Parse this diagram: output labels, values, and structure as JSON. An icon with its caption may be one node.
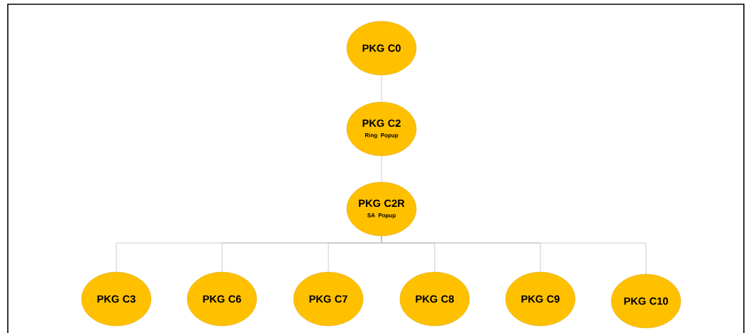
{
  "diagram": {
    "nodes": [
      {
        "text": [
          "PKG C0"
        ]
      },
      {
        "text": [
          "PKG C2",
          "Ring Popup"
        ]
      },
      {
        "text": [
          "PKG C2R",
          "SA Popup"
        ]
      },
      {
        "text": [
          "PKG C3"
        ]
      },
      {
        "text": [
          "PKG C6"
        ]
      },
      {
        "text": [
          "PKG C7"
        ]
      },
      {
        "text": [
          "PKG C8"
        ]
      },
      {
        "text": [
          "PKG C9"
        ]
      },
      {
        "text": [
          "PKG C10"
        ]
      }
    ],
    "edges": [
      {
        "from": 0,
        "to": 1,
        "arrow": "none"
      },
      {
        "from": 1,
        "to": 2,
        "arrow": "none"
      },
      {
        "from": 2,
        "to": 3,
        "arrow": "none"
      },
      {
        "from": 2,
        "to": 4,
        "arrow": "none"
      },
      {
        "from": 2,
        "to": 5,
        "arrow": "none"
      },
      {
        "from": 2,
        "to": 6,
        "arrow": "none"
      },
      {
        "from": 2,
        "to": 7,
        "arrow": "none"
      },
      {
        "from": 2,
        "to": 8,
        "arrow": "none"
      }
    ]
  }
}
